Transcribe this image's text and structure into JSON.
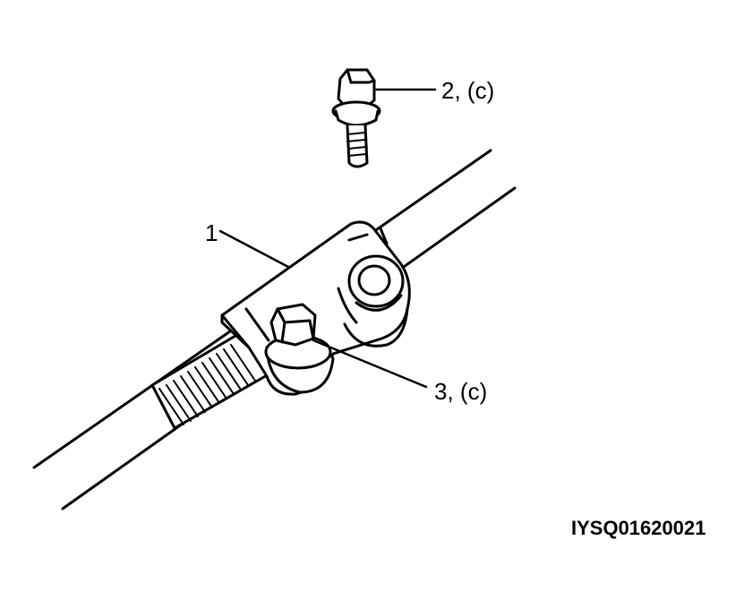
{
  "diagram": {
    "callouts": [
      {
        "id": "1",
        "text": "1"
      },
      {
        "id": "2",
        "text": "2, (c)"
      },
      {
        "id": "3",
        "text": "3, (c)"
      }
    ],
    "figure_code": "IYSQ01620021"
  },
  "colors": {
    "ink": "#000000",
    "paper": "#ffffff"
  }
}
